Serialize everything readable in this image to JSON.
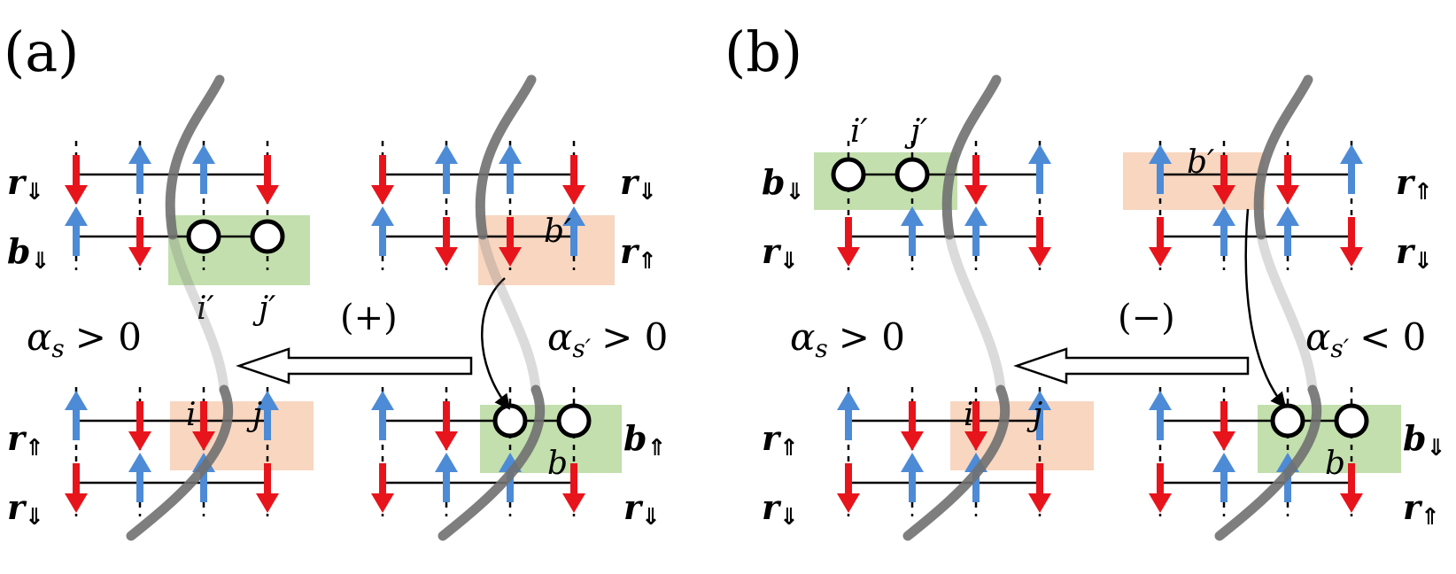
{
  "panels": [
    {
      "label": "(a)",
      "sign": "(+)",
      "alpha_left": "> 0",
      "alpha_right": "> 0",
      "rows": {
        "tl_top": "⇓",
        "tl_bot": "⇓",
        "tr_top": "⇓",
        "tr_bot": "⇑",
        "bl_top": "⇑",
        "bl_bot": "⇓",
        "br_top": "⇑",
        "br_bot": "⇓"
      }
    },
    {
      "label": "(b)",
      "sign": "(−)",
      "alpha_left": "> 0",
      "alpha_right": "< 0",
      "rows": {
        "tl_top": "⇓",
        "tl_bot": "⇓",
        "tr_top": "⇑",
        "tr_bot": "⇓",
        "bl_top": "⇑",
        "bl_bot": "⇓",
        "br_top": "⇓",
        "br_bot": "⇑"
      }
    }
  ],
  "symbols": {
    "r": "r",
    "b": "b",
    "alpha": "α",
    "s": "s",
    "s_prime": "s′",
    "i": "i",
    "j": "j",
    "i_prime": "i′",
    "j_prime": "j′",
    "b_site": "b",
    "b_prime_site": "b′"
  },
  "colors": {
    "spin_up": "#4d8bd6",
    "spin_down": "#e8141c",
    "green_box": "#c2dfad",
    "orange_box": "#f8d6c0",
    "wall": "#707070",
    "bond": "#000000"
  }
}
